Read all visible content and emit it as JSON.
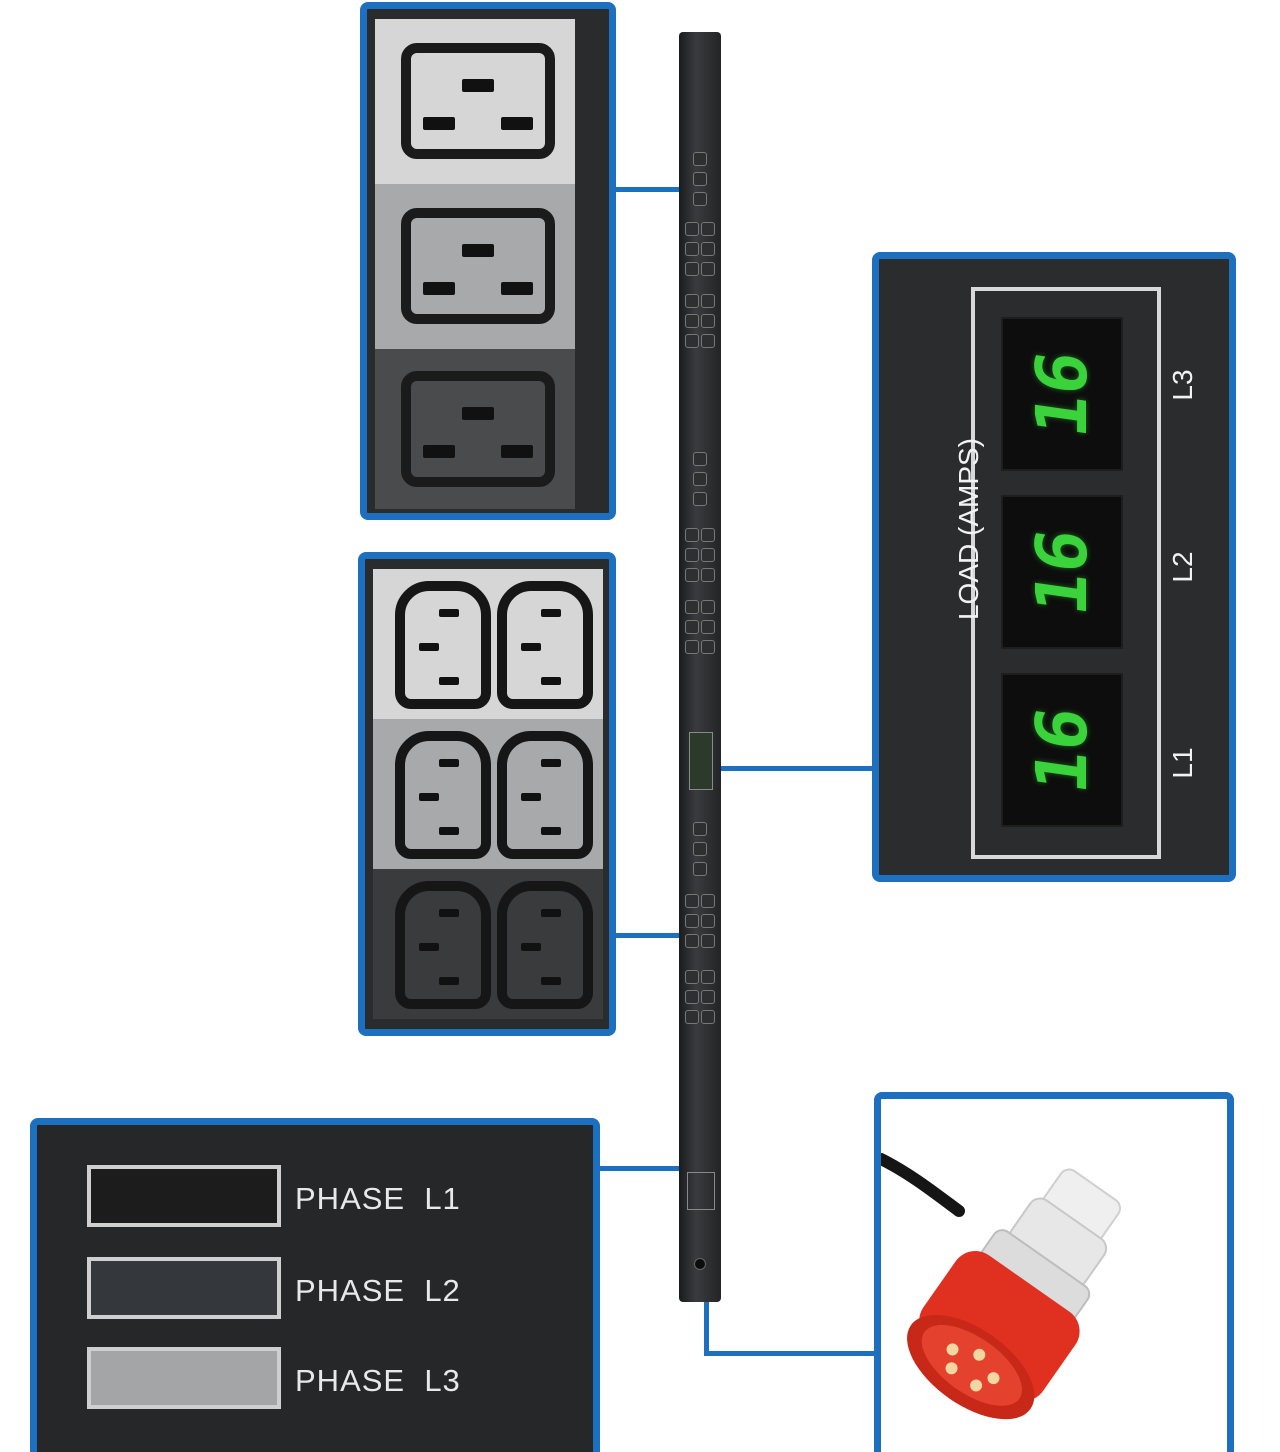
{
  "display_panel": {
    "title": "LOAD (AMPS)",
    "readings": [
      {
        "line": "L3",
        "value": "16"
      },
      {
        "line": "L2",
        "value": "16"
      },
      {
        "line": "L1",
        "value": "16"
      }
    ]
  },
  "phase_legend": {
    "items": [
      {
        "label": "PHASE  L1",
        "color": "#1c1c1d"
      },
      {
        "label": "PHASE  L2",
        "color": "#34383c"
      },
      {
        "label": "PHASE  L3",
        "color": "#a4a5a6"
      }
    ]
  },
  "outlet_panels": {
    "c19_row_colors": [
      "#d6d6d6",
      "#a8a9aa",
      "#4a4b4c"
    ],
    "c13_row_colors": [
      "#d6d6d6",
      "#a8a9aa",
      "#3a3b3c"
    ]
  },
  "plug_colors": {
    "body": "#e03020",
    "sleeve": "#e9e9e9",
    "cable": "#151515"
  },
  "accent_color": "#1d6fbf"
}
